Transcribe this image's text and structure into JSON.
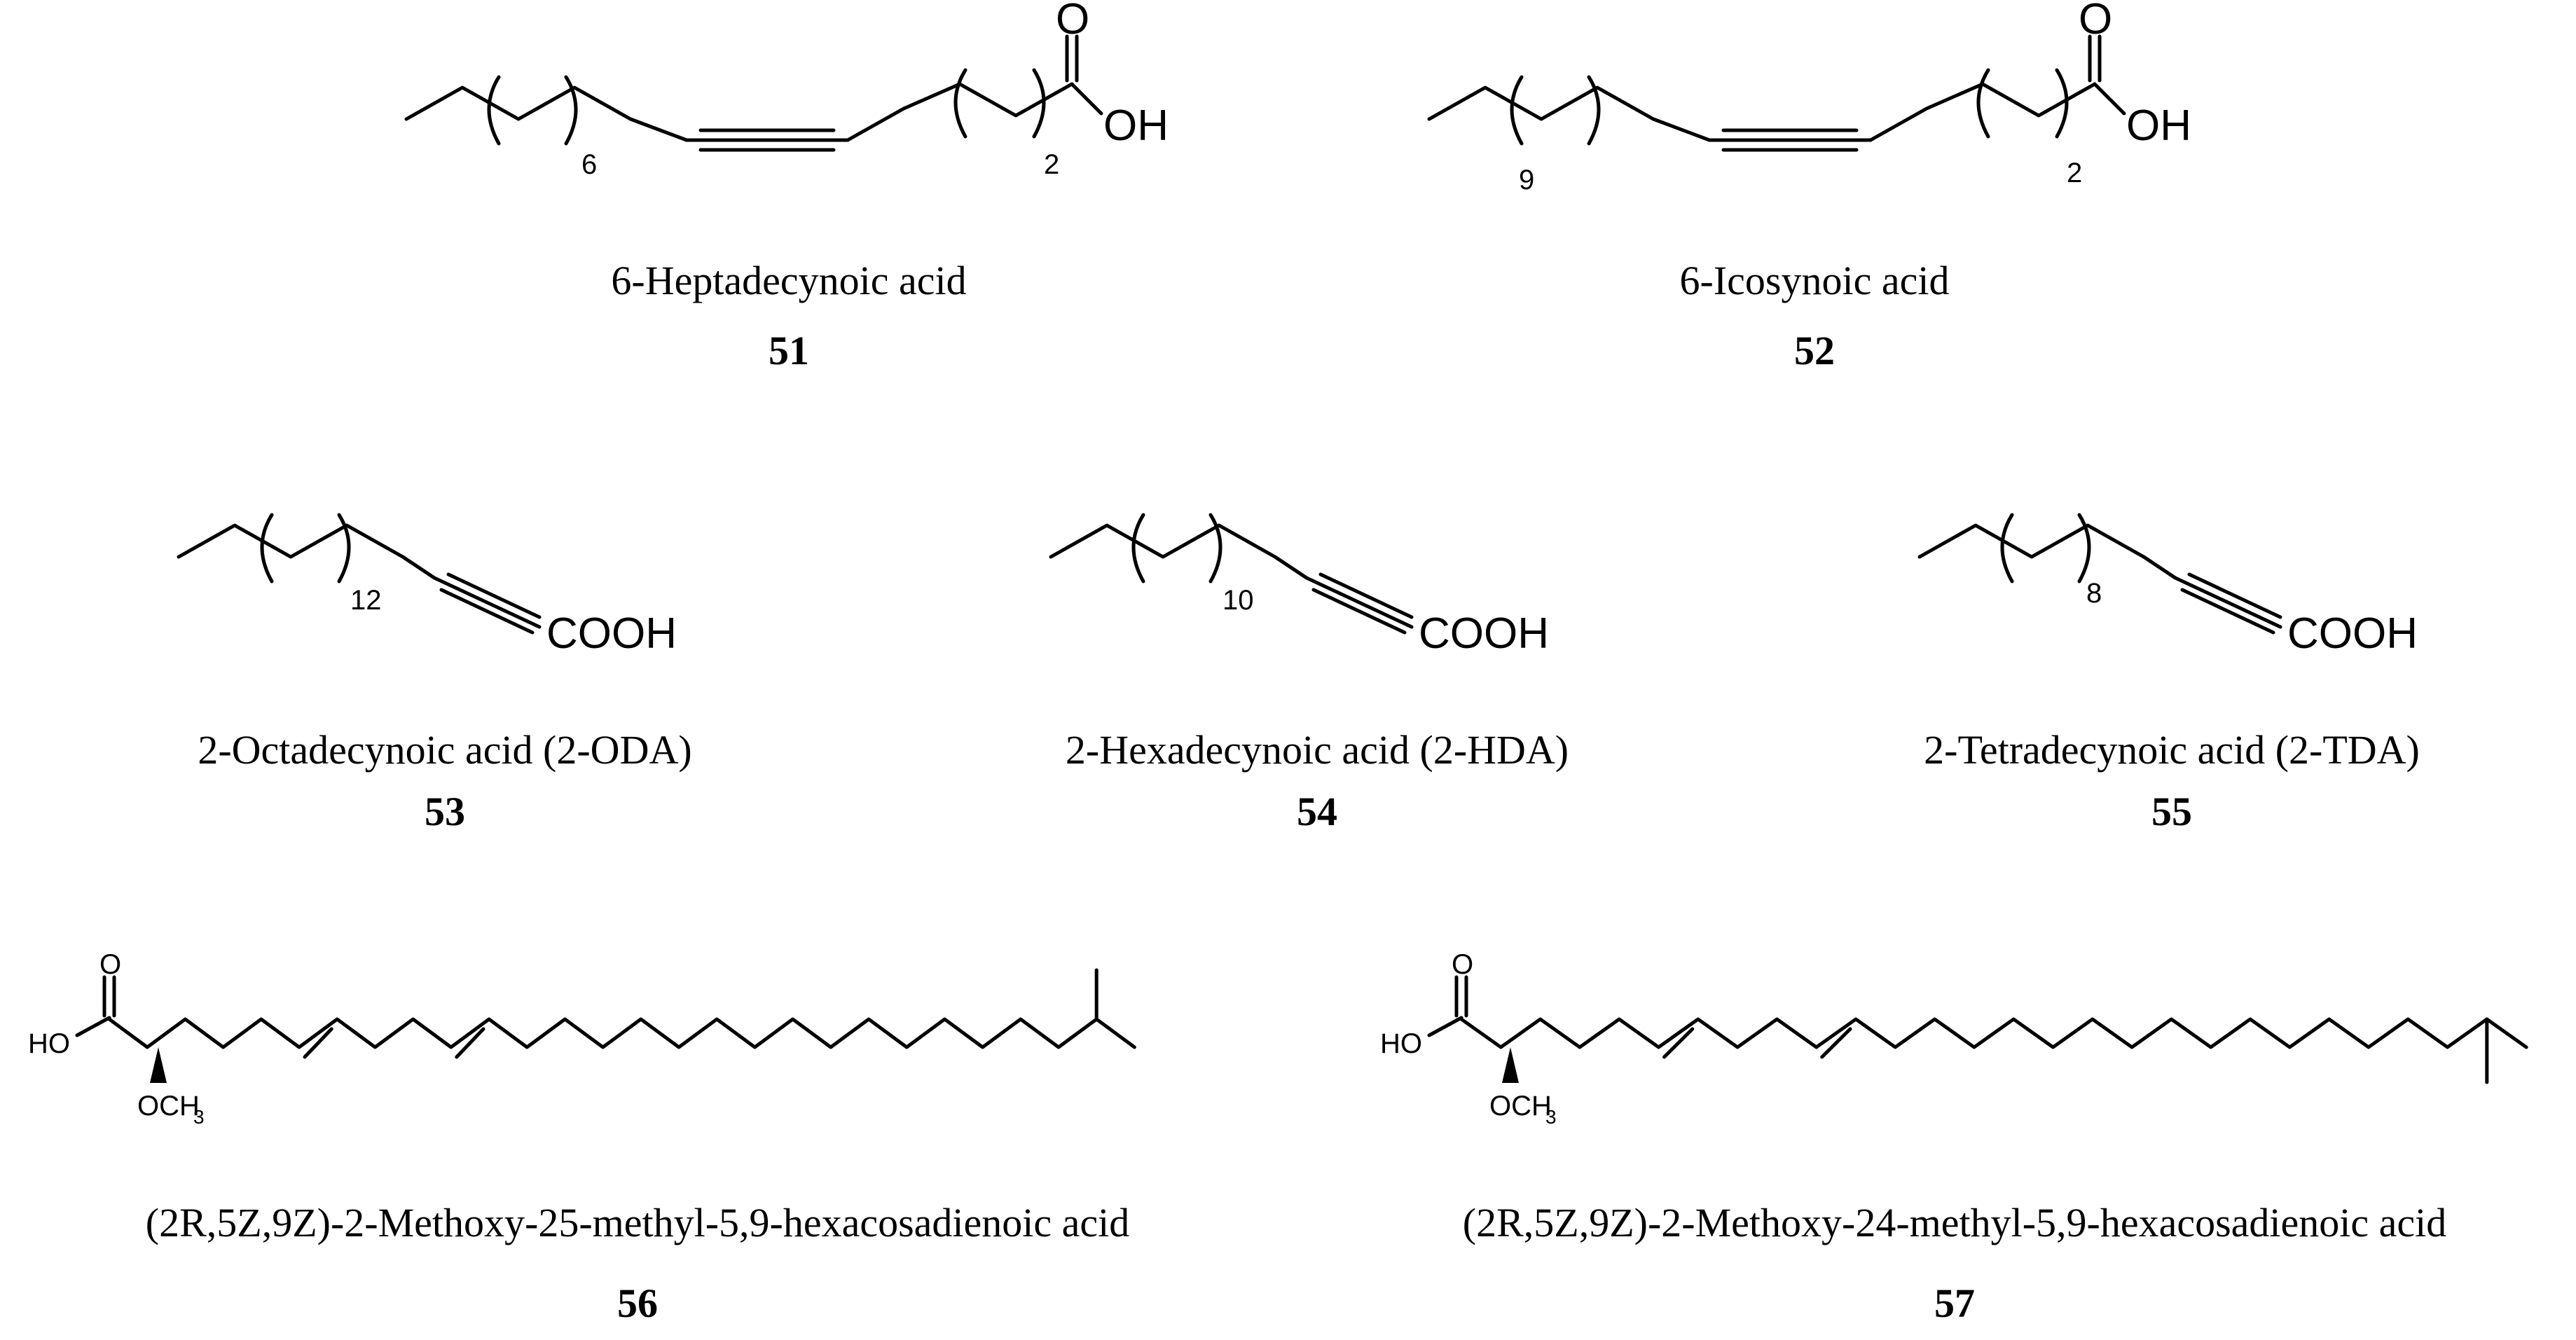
{
  "compounds": [
    {
      "id": "51",
      "name": "6-Heptadecynoic acid",
      "repeat_a": "6",
      "repeat_b": "2",
      "o": "O",
      "oh": "OH"
    },
    {
      "id": "52",
      "name": "6-Icosynoic acid",
      "repeat_a": "9",
      "repeat_b": "2",
      "o": "O",
      "oh": "OH"
    },
    {
      "id": "53",
      "name": "2-Octadecynoic acid (2-ODA)",
      "repeat": "12",
      "acid": "COOH"
    },
    {
      "id": "54",
      "name": "2-Hexadecynoic acid (2-HDA)",
      "repeat": "10",
      "acid": "COOH"
    },
    {
      "id": "55",
      "name": "2-Tetradecynoic acid (2-TDA)",
      "repeat": "8",
      "acid": "COOH"
    },
    {
      "id": "56",
      "name": "(2R,5Z,9Z)-2-Methoxy-25-methyl-5,9-hexacosadienoic acid",
      "o": "O",
      "ho": "HO",
      "och3": "OCH",
      "sub3": "3"
    },
    {
      "id": "57",
      "name": "(2R,5Z,9Z)-2-Methoxy-24-methyl-5,9-hexacosadienoic acid",
      "o": "O",
      "ho": "HO",
      "och3": "OCH",
      "sub3": "3"
    }
  ],
  "colors": {
    "ink": "#000000",
    "background": "#ffffff"
  }
}
